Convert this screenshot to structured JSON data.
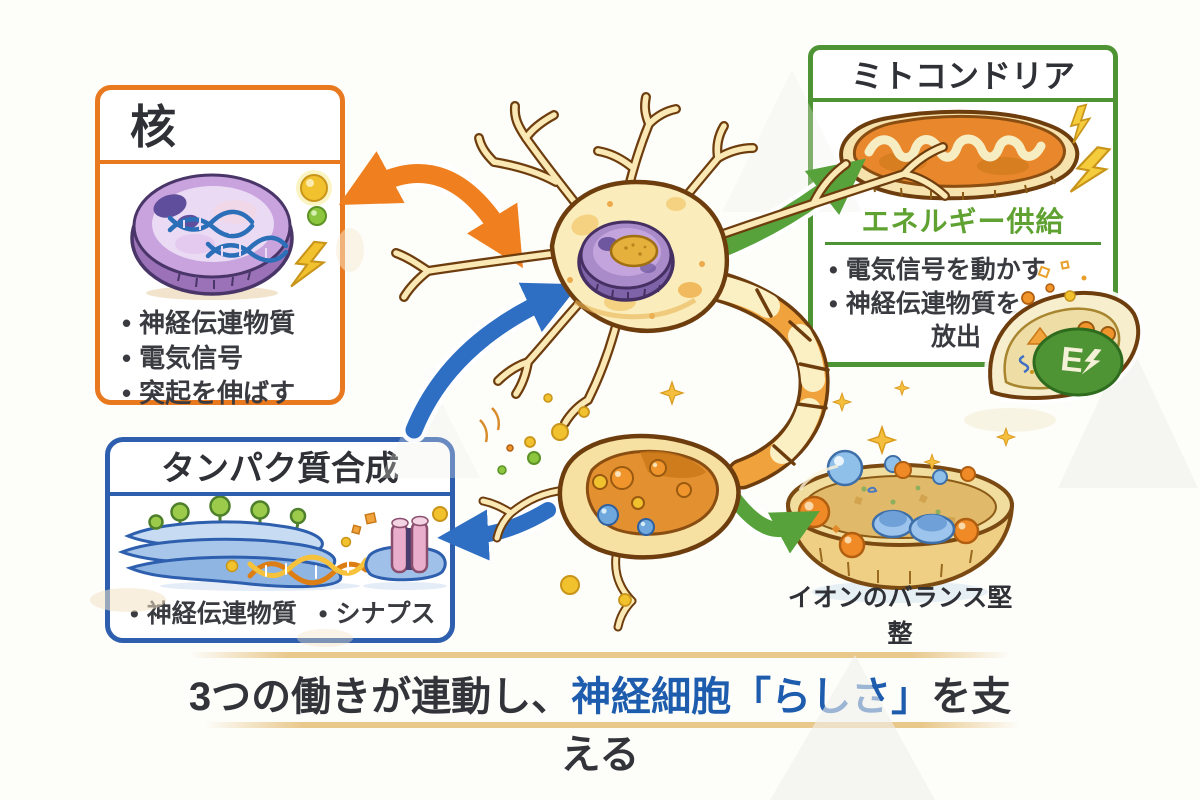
{
  "ui": {
    "bullet_char": "•"
  },
  "palette": {
    "background": "#FDFDFA",
    "nucleus_accent": "#E8791F",
    "mitochondria_accent": "#4F9434",
    "protein_accent": "#2E5FAE",
    "arrow_orange": "#F0801F",
    "arrow_green": "#57A23A",
    "arrow_blue": "#2E6FC4",
    "energy_text_green": "#5FA231",
    "footer_highlight_blue": "#1E5CAE",
    "footer_text": "#33343A",
    "tan_line": "#E9C88C"
  },
  "boxes": {
    "nucleus": {
      "title": "核",
      "bullets": [
        "神経伝連物質",
        "電気信号",
        "突起を伸ばす"
      ]
    },
    "mitochondria": {
      "title": "ミトコンドリア",
      "caption": "エネルギー供給",
      "bullets": [
        "電気信号を動かす",
        "神経伝連物質を"
      ],
      "bullet_continuation": "放出",
      "badge_label": "E"
    },
    "protein_synthesis": {
      "title": "タンパク質合成",
      "bullets": [
        "神経伝連物質",
        "シナプス"
      ]
    }
  },
  "ion_bowl": {
    "caption": "イオンのバランス堅整"
  },
  "footer": {
    "text_before": "3つの働きが連動し、",
    "text_highlight": "神経細胞「らしさ」",
    "text_after": "を支える"
  }
}
